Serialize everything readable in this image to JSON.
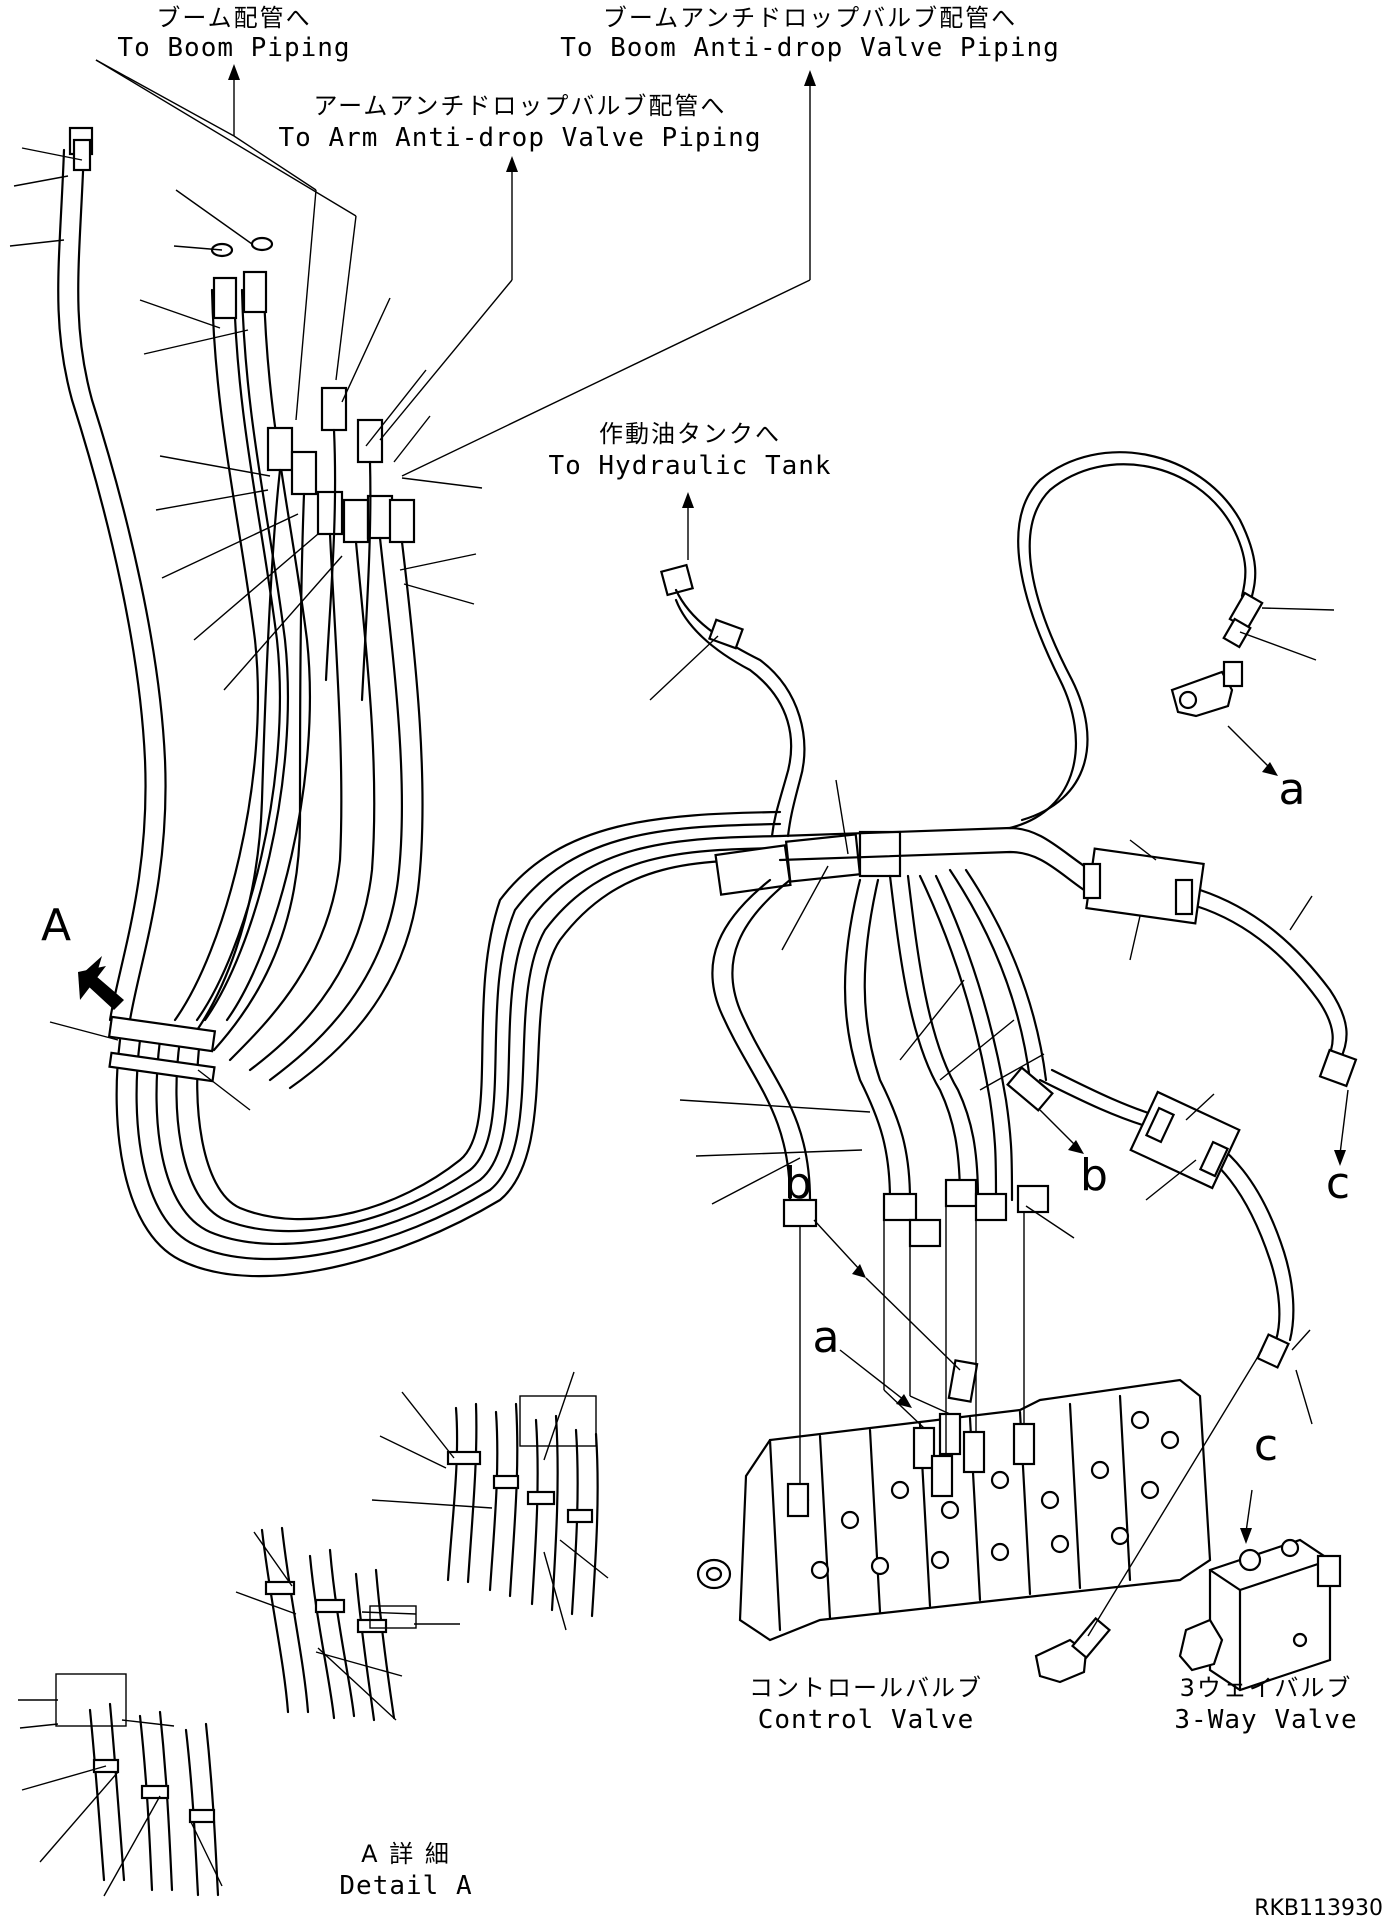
{
  "callouts": {
    "boom_piping_jp": "ブーム配管へ",
    "boom_piping_en": "To Boom Piping",
    "boom_antidrop_jp": "ブームアンチドロップバルブ配管へ",
    "boom_antidrop_en": "To Boom Anti-drop Valve Piping",
    "arm_antidrop_jp": "アームアンチドロップバルブ配管へ",
    "arm_antidrop_en": "To Arm Anti-drop Valve Piping",
    "hyd_tank_jp": "作動油タンクへ",
    "hyd_tank_en": "To Hydraulic Tank",
    "control_valve_jp": "コントロールバルブ",
    "control_valve_en": "Control Valve",
    "three_way_jp": "3ウェイバルブ",
    "three_way_en": "3-Way Valve",
    "detail_jp": "A 詳 細",
    "detail_en": "Detail A"
  },
  "markers": {
    "view_a": "A",
    "conn_a1": "a",
    "conn_a2": "a",
    "conn_b1": "b",
    "conn_b2": "b",
    "conn_c1": "c",
    "conn_c2": "c"
  },
  "drawing_code": "RKB113930"
}
